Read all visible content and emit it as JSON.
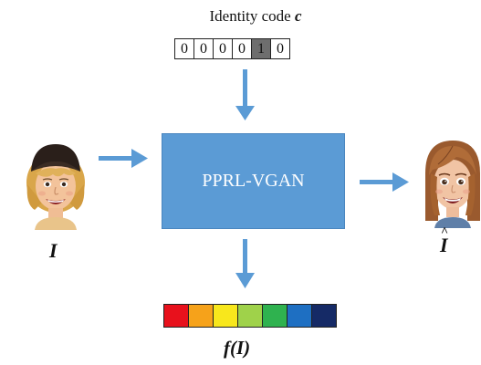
{
  "identity_code": {
    "title": "Identity code",
    "symbol": "c",
    "cells": [
      {
        "value": "0",
        "active": false
      },
      {
        "value": "0",
        "active": false
      },
      {
        "value": "0",
        "active": false
      },
      {
        "value": "0",
        "active": false
      },
      {
        "value": "1",
        "active": true
      },
      {
        "value": "0",
        "active": false
      }
    ]
  },
  "model": {
    "label": "PPRL-VGAN"
  },
  "input_label": "I",
  "output_label": "I",
  "feature_label": "f(I)",
  "feature_colors": [
    "#e8111c",
    "#f6a21a",
    "#f8e71c",
    "#9fd24a",
    "#2fb24f",
    "#1e6fc2",
    "#152a66"
  ],
  "colors": {
    "box_fill": "#5b9bd5",
    "arrow": "#5b9bd5"
  },
  "icons": [
    "input-face-icon",
    "output-face-icon"
  ]
}
